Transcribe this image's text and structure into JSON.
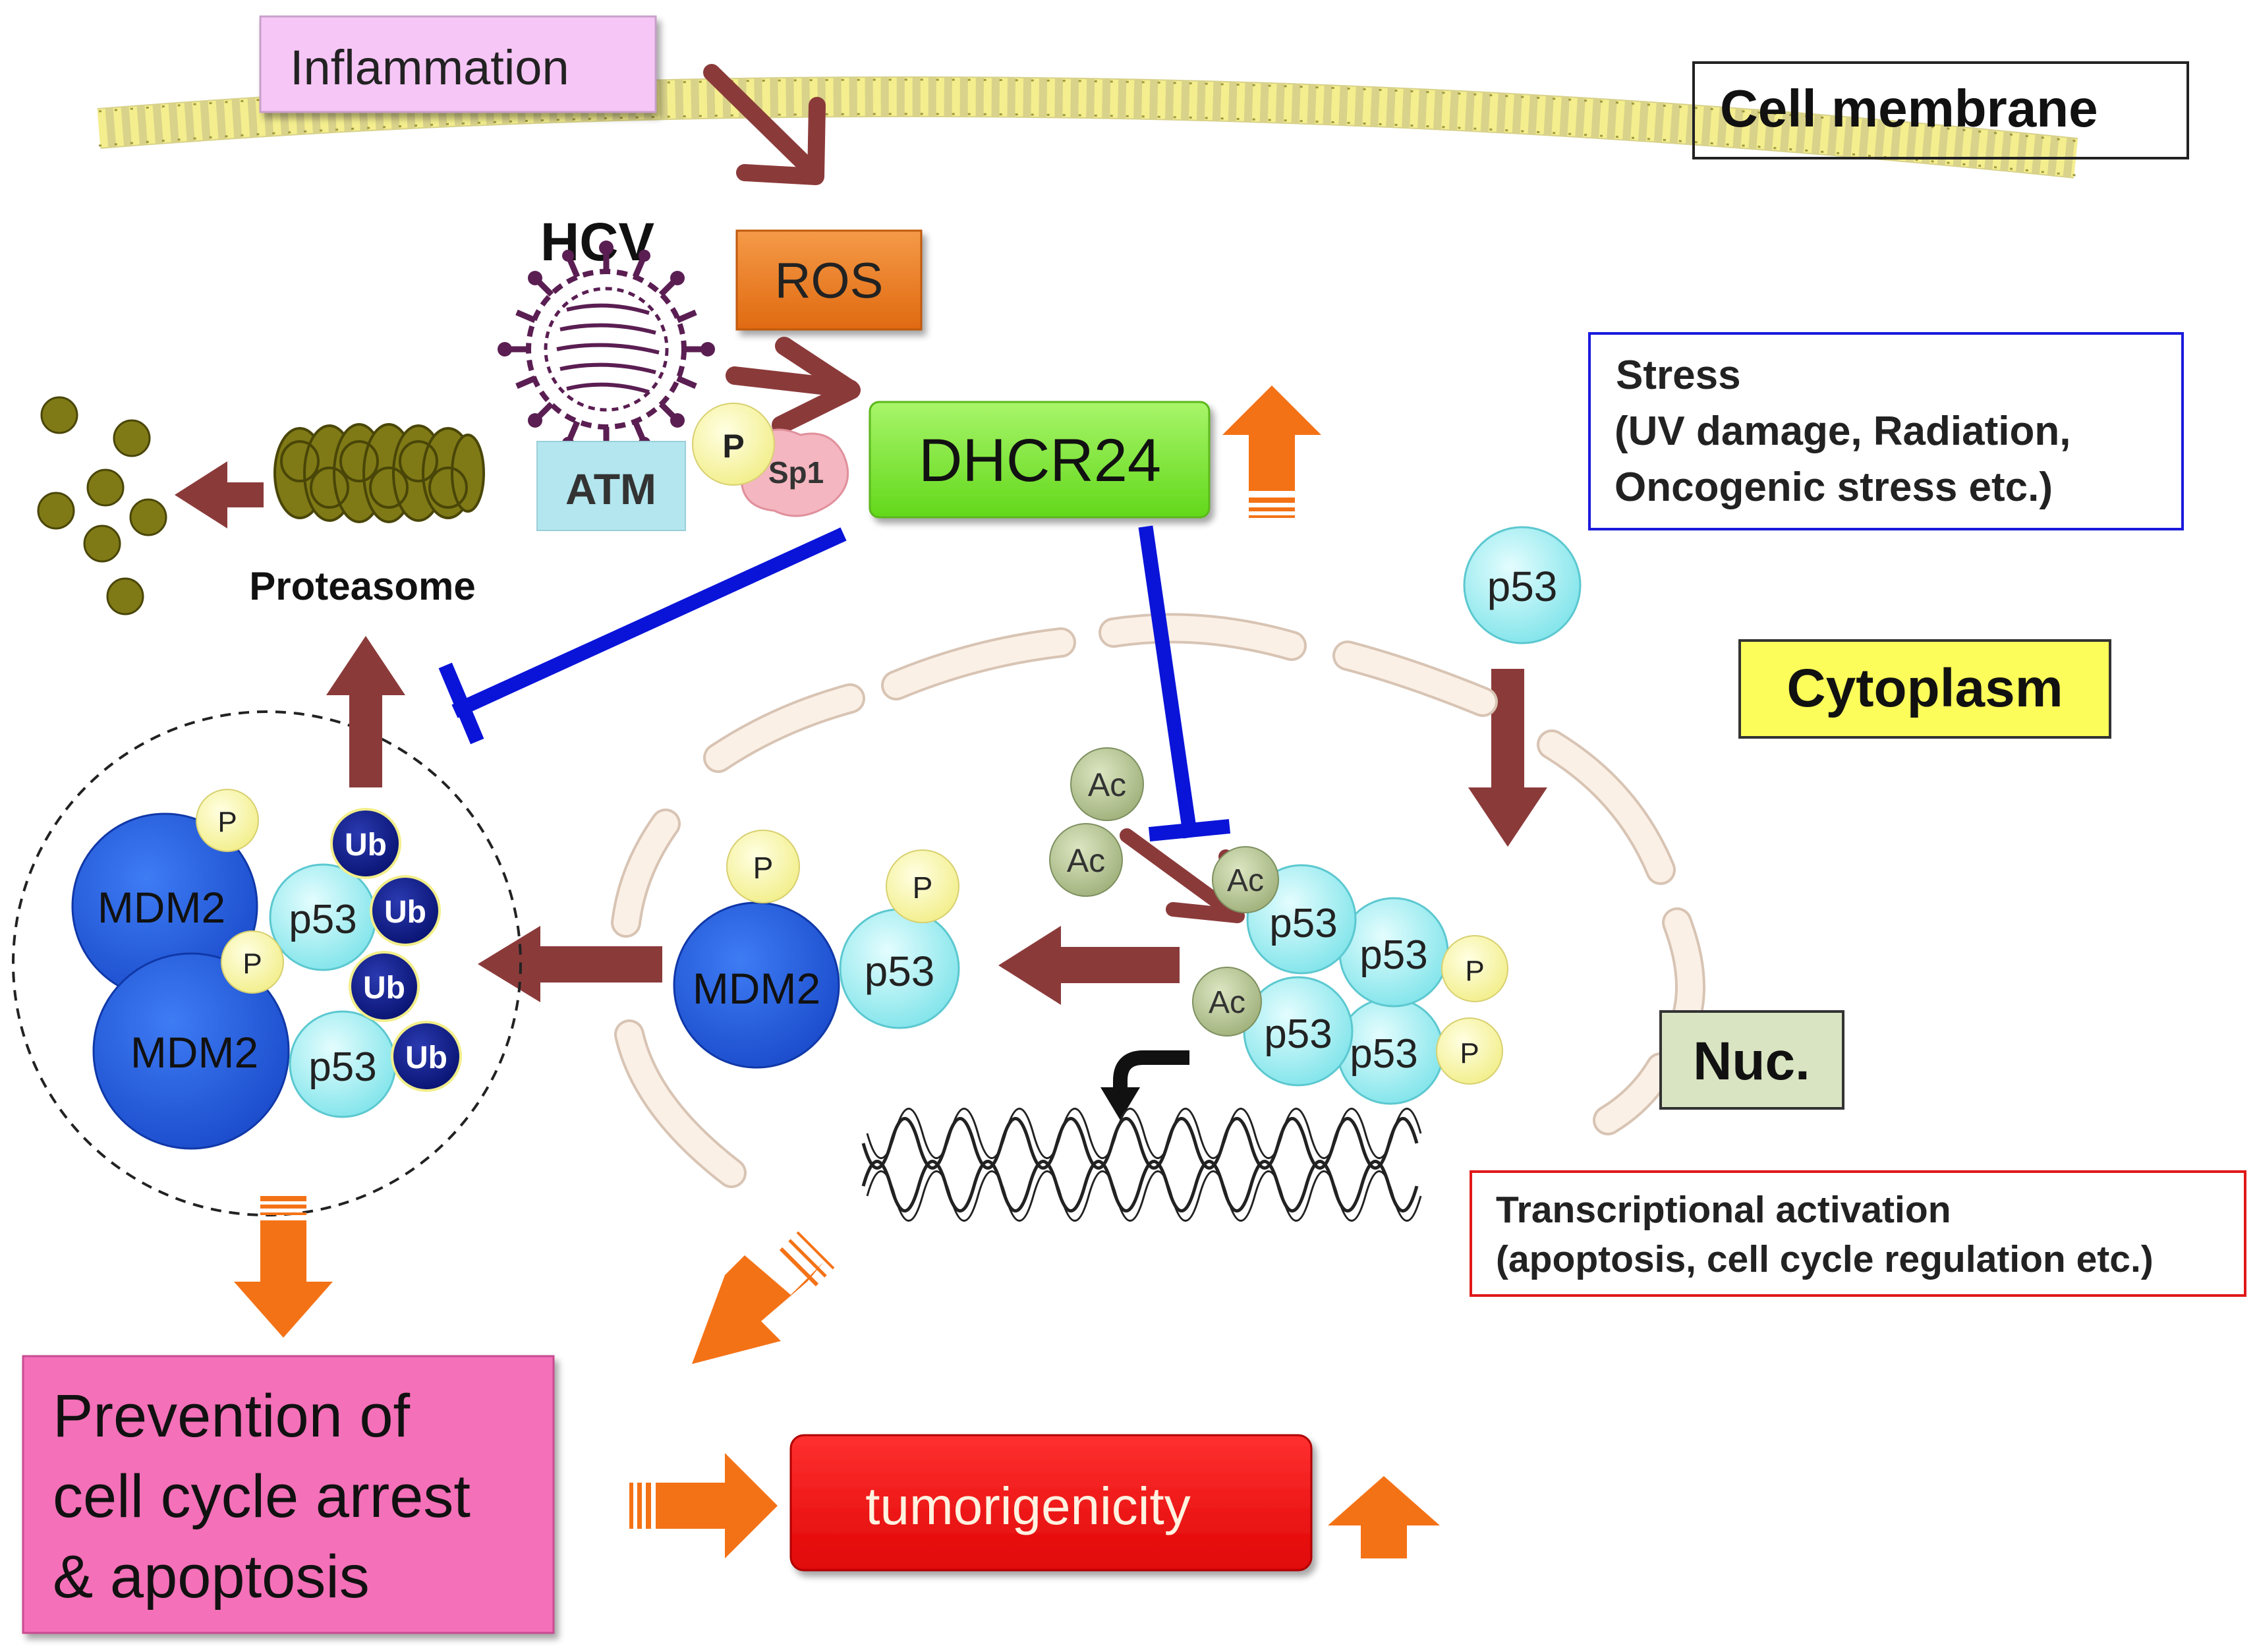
{
  "labels": {
    "inflammation": "Inflammation",
    "cell_membrane": "Cell membrane",
    "hcv": "HCV",
    "ros": "ROS",
    "atm": "ATM",
    "sp1": "Sp1",
    "p": "P",
    "dhcr24": "DHCR24",
    "proteasome": "Proteasome",
    "stress_title": "Stress",
    "stress_line2": "(UV damage, Radiation,",
    "stress_line3": "Oncogenic stress etc.)",
    "p53": "p53",
    "cytoplasm": "Cytoplasm",
    "mdm2": "MDM2",
    "ub": "Ub",
    "ac": "Ac",
    "nuc": "Nuc.",
    "transcription_line1": "Transcriptional activation",
    "transcription_line2": "(apoptosis, cell cycle regulation etc.)",
    "prevention_line1": "Prevention of",
    "prevention_line2": "cell cycle arrest",
    "prevention_line3": "& apoptosis",
    "tumorigenicity": "tumorigenicity"
  },
  "colors": {
    "dark_red_arrow": "#8B3A3A",
    "orange_arrow": "#F47216",
    "inhibition_blue": "#0A14D8",
    "p53_cyan": "#9FF3F5",
    "mdm2_blue": "#1E5AE6",
    "ub_navy": "#0A1680",
    "phospho_yellow": "#FAF8A6",
    "acetyl_olive": "#B9C896",
    "dhcr24_green": "#7CEB2C",
    "ros_orange": "#F07A1E",
    "atm_lightblue": "#B3E6EE",
    "sp1_pink": "#F4B6C0",
    "inflammation_pink": "#F6C6F6",
    "cytoplasm_yellow": "#FCFC5A",
    "nuc_green": "#D9E4C2",
    "prevention_pink": "#F46FB8",
    "tumor_red": "#F41010",
    "proteasome_olive": "#7F7A16",
    "membrane_yellow": "#F2EE8A",
    "hcv_purple": "#5A1E52"
  },
  "icons": [
    "hcv-virus-icon",
    "proteasome-icon",
    "dna-helix-icon",
    "cell-membrane-icon",
    "nuclear-envelope-icon"
  ]
}
